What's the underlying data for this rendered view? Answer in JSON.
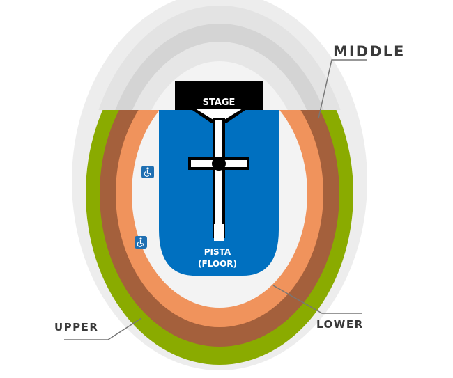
{
  "map": {
    "stage_label": "STAGE",
    "floor_label_line1": "PISTA",
    "floor_label_line2": "(FLOOR)",
    "sections": {
      "middle": "MIDDLE",
      "upper": "UPPER",
      "lower": "LOWER"
    },
    "icons": [
      "wheelchair-accessible-icon",
      "wheelchair-accessible-icon"
    ],
    "colors": {
      "upper": "#8aab00",
      "lower_outer": "#a4603c",
      "lower_inner": "#f0935c",
      "floor": "#0070c0",
      "stage": "#000000",
      "middle": "#d9d9d9",
      "outer_ring": "#ededed",
      "inner_field": "#f3f3f3",
      "wheelchair": "#1f6fb2"
    }
  }
}
